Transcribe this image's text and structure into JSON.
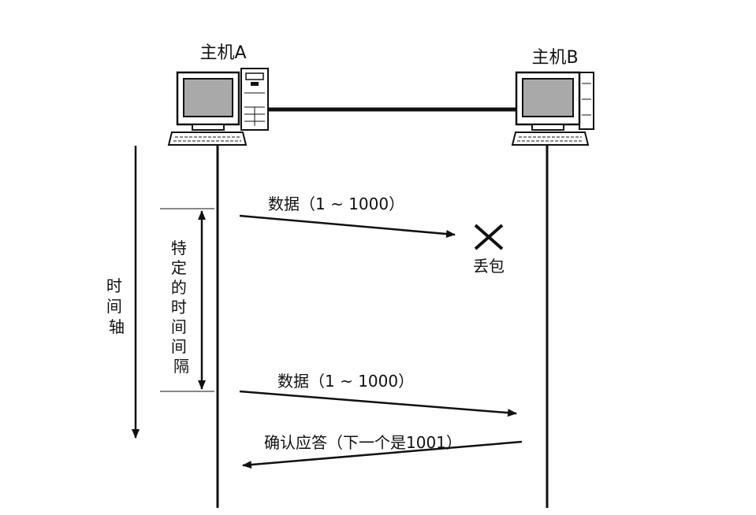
{
  "hosts": {
    "a": {
      "label": "主机A"
    },
    "b": {
      "label": "主机B"
    }
  },
  "time_axis": {
    "label": [
      "时",
      "间",
      "轴"
    ]
  },
  "interval": {
    "label": [
      "特",
      "定",
      "的",
      "时",
      "间",
      "间",
      "隔"
    ]
  },
  "messages": [
    {
      "label": "数据（1 ~ 1000）",
      "direction": "A-to-B",
      "outcome": "lost"
    },
    {
      "label": "数据（1 ~ 1000）",
      "direction": "A-to-B",
      "outcome": "delivered"
    },
    {
      "label": "确认应答（下一个是1001）",
      "direction": "B-to-A",
      "outcome": "delivered"
    }
  ],
  "loss": {
    "label": "丢包",
    "icon": "x-mark-icon"
  },
  "colors": {
    "ink": "#111111",
    "screen": "#a9a9a9",
    "case": "#ffffff"
  }
}
